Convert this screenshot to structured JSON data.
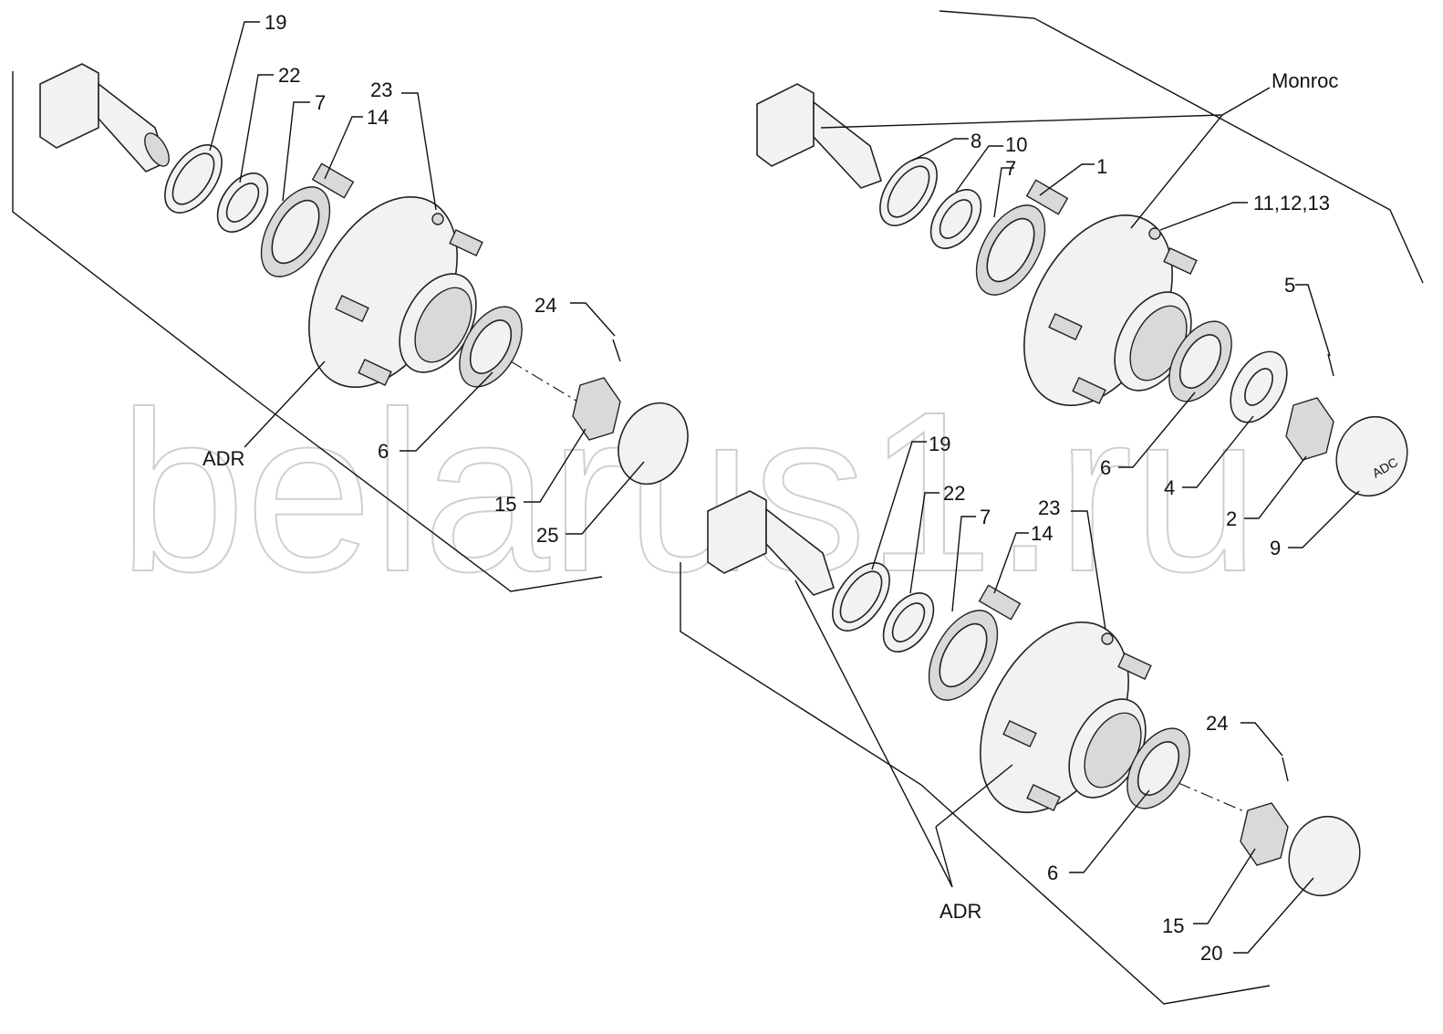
{
  "watermark": "belarus1.ru",
  "assemblies": {
    "top_left": {
      "variant": "ADR",
      "labels": {
        "seal_outer": "19",
        "seal_inner": "22",
        "bearing_inner": "7",
        "stud": "14",
        "grease_nipple": "23",
        "cotter_pin": "24",
        "bearing_outer": "6",
        "nut": "15",
        "cap": "25"
      }
    },
    "top_right": {
      "variant": "Monroc",
      "labels": {
        "seal_outer": "8",
        "seal_inner": "10",
        "bearing_inner": "7",
        "stud": "1",
        "grease_nipple": "11,12,13",
        "cotter_pin": "5",
        "bearing_outer": "6",
        "washer": "4",
        "nut": "2",
        "cap": "9"
      }
    },
    "bottom": {
      "variant": "ADR",
      "labels": {
        "seal_outer": "19",
        "seal_inner": "22",
        "bearing_inner": "7",
        "stud": "14",
        "grease_nipple": "23",
        "cotter_pin": "24",
        "bearing_outer": "6",
        "nut": "15",
        "cap": "20"
      }
    }
  },
  "cap_logo": "ADC"
}
